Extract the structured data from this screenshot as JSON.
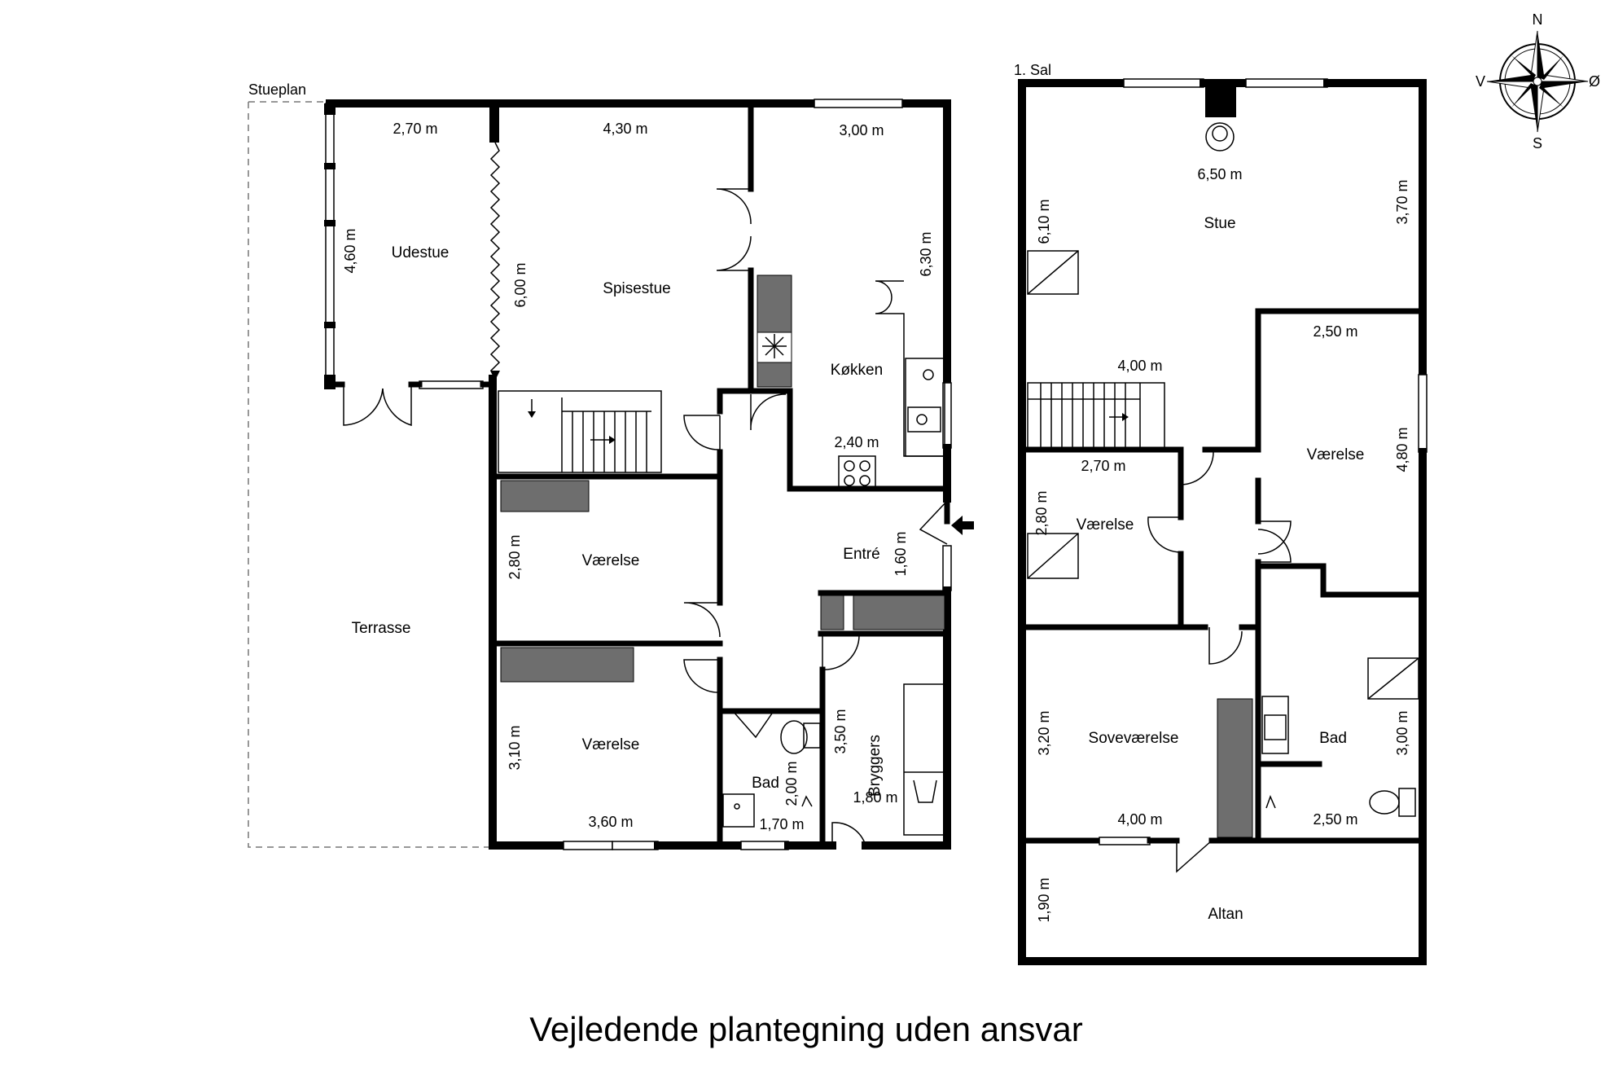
{
  "caption": "Vejledende plantegning uden ansvar",
  "floors": {
    "ground": "Stueplan",
    "first": "1. Sal"
  },
  "compass": {
    "n": "N",
    "s": "S",
    "e": "Ø",
    "w": "V"
  },
  "rooms": {
    "udestue": "Udestue",
    "spisestue": "Spisestue",
    "kokken": "Køkken",
    "terrasse": "Terrasse",
    "vaerelse1": "Værelse",
    "vaerelse2": "Værelse",
    "entre": "Entré",
    "bryggers": "Bryggers",
    "bad1": "Bad",
    "stue": "Stue",
    "vaerelse3": "Værelse",
    "vaerelse4": "Værelse",
    "sovevaerelse": "Soveværelse",
    "bad2": "Bad",
    "altan": "Altan"
  },
  "dims": {
    "udestue_w": "2,70 m",
    "udestue_h": "4,60 m",
    "spise_w": "4,30 m",
    "spise_h": "6,00 m",
    "kok_w": "3,00 m",
    "kok_h": "6,30 m",
    "kok_w2": "2,40 m",
    "v1_h": "2,80 m",
    "v2_h": "3,10 m",
    "v2_w": "3,60 m",
    "entre_h": "1,60 m",
    "brygg_h": "3,50 m",
    "brygg_w": "1,80 m",
    "bad1_h": "2,00 m",
    "bad1_w": "1,70 m",
    "stue_w": "6,50 m",
    "stue_h": "6,10 m",
    "stue_h2": "3,70 m",
    "stair_w": "4,00 m",
    "v4_w": "2,50 m",
    "v4_h": "4,80 m",
    "v3_w": "2,70 m",
    "v3_h": "2,80 m",
    "sove_h": "3,20 m",
    "sove_w": "4,00 m",
    "bad2_h": "3,00 m",
    "bad2_w": "2,50 m",
    "altan_h": "1,90 m"
  }
}
